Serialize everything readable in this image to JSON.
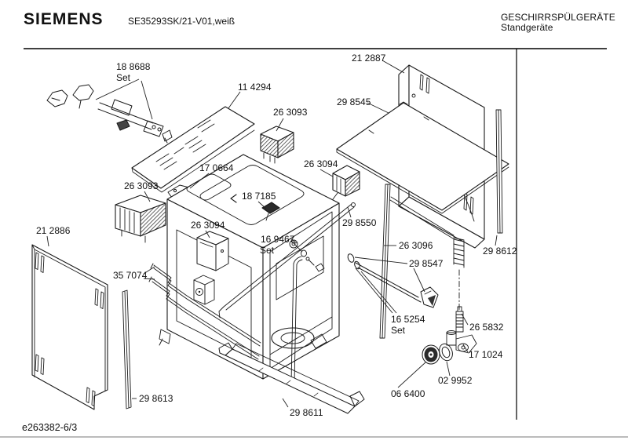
{
  "header": {
    "brand": "SIEMENS",
    "model": "SE35293SK/21-V01,weiß",
    "category": "GESCHIRRSPÜLGERÄTE",
    "subcategory": "Standgeräte"
  },
  "footer": {
    "document_number": "e263382-6/3"
  },
  "colors": {
    "ink": "#1a1a1a",
    "background": "#ffffff"
  },
  "diagram": {
    "type": "exploded-parts-diagram",
    "callouts": [
      {
        "label": "18 8688",
        "note": "Set"
      },
      {
        "label": "11 4294"
      },
      {
        "label": "26 3093"
      },
      {
        "label": "21 2887"
      },
      {
        "label": "29 8545"
      },
      {
        "label": "26 3094"
      },
      {
        "label": "17 0664"
      },
      {
        "label": "26 3093"
      },
      {
        "label": "18 7185"
      },
      {
        "label": "26 3094"
      },
      {
        "label": "16 9467",
        "note": "Set"
      },
      {
        "label": "29 8550"
      },
      {
        "label": "26 3096"
      },
      {
        "label": "29 8547"
      },
      {
        "label": "29 8612"
      },
      {
        "label": "21 2886"
      },
      {
        "label": "35 7074"
      },
      {
        "label": "16 5254",
        "note": "Set"
      },
      {
        "label": "26 5832"
      },
      {
        "label": "17 1024"
      },
      {
        "label": "02 9952"
      },
      {
        "label": "06 6400"
      },
      {
        "label": "29 8613"
      },
      {
        "label": "29 8611"
      }
    ]
  }
}
